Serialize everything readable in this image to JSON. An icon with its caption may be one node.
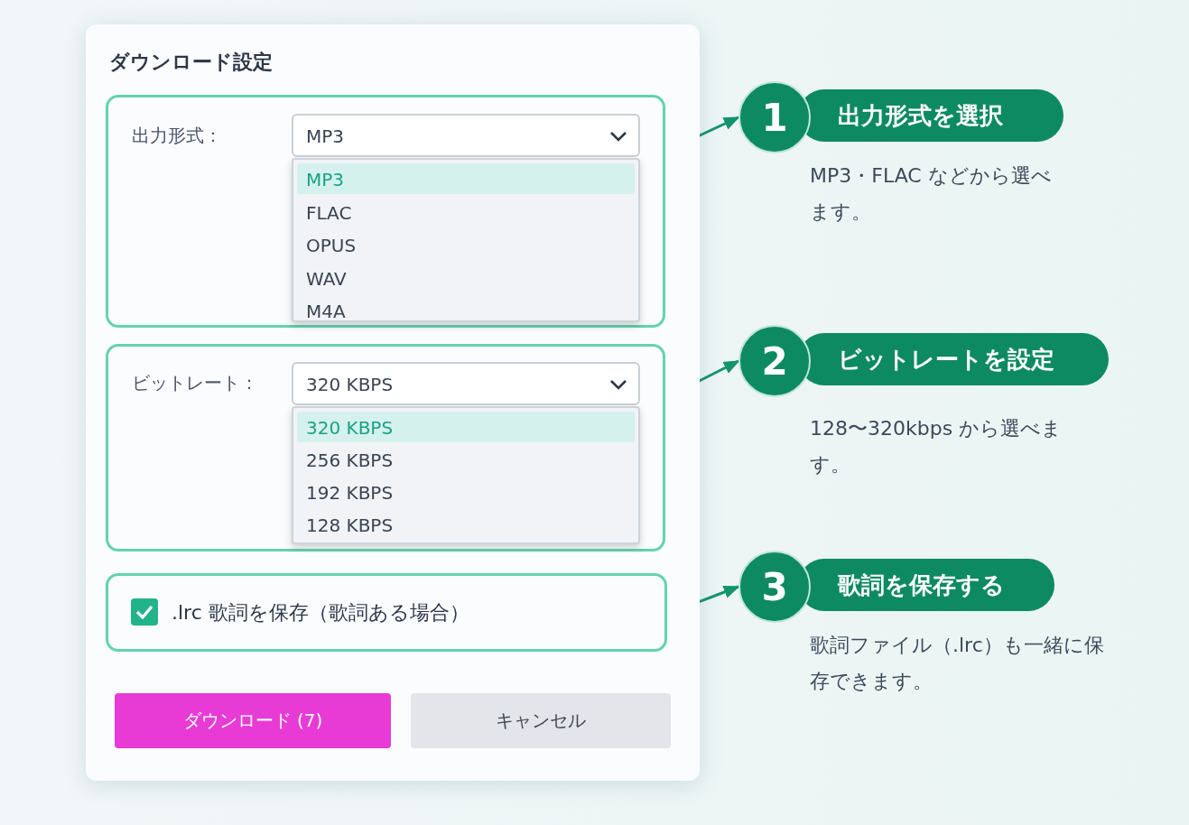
{
  "diagram": {
    "nodes": [
      {
        "text": [
          "ダウンロード設定"
        ]
      },
      {
        "text": [
          "出力形式："
        ],
        "in": 0
      },
      {
        "text": [
          "MP3"
        ],
        "in": 1
      },
      {
        "text": [
          "MP3",
          "FLAC",
          "OPUS",
          "WAV",
          "M4A"
        ],
        "in": 1
      },
      {
        "text": [
          "ビットレート："
        ],
        "in": 0
      },
      {
        "text": [
          "320 KBPS"
        ],
        "in": 4
      },
      {
        "text": [
          "320 KBPS",
          "256 KBPS",
          "192 KBPS",
          "128 KBPS"
        ],
        "in": 4
      },
      {
        "text": [
          ".lrc 歌詞を保存（歌詞ある場合）"
        ],
        "in": 0
      },
      {
        "text": [
          "ダウンロード (7)"
        ],
        "in": 0
      },
      {
        "text": [
          "キャンセル"
        ],
        "in": 0
      },
      {
        "text": [
          "1",
          "出力形式を選択"
        ],
        "beside": [
          "MP3・FLAC などから選べます。"
        ]
      },
      {
        "text": [
          "2",
          "ビットレートを設定"
        ],
        "beside": [
          "128〜320kbps から選べます。"
        ]
      },
      {
        "text": [
          "3",
          "歌詞を保存する"
        ],
        "beside": [
          "歌詞ファイル（.lrc）も一緒に保存できます。"
        ]
      }
    ],
    "edges": [
      {
        "from": 1,
        "to": 10,
        "arrow": "to"
      },
      {
        "from": 4,
        "to": 11,
        "arrow": "to"
      },
      {
        "from": 7,
        "to": 12,
        "arrow": "to"
      }
    ]
  }
}
